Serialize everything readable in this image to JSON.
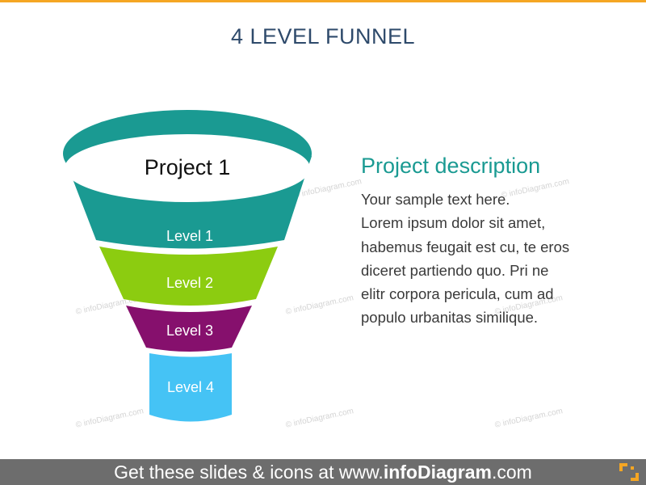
{
  "title": "4 LEVEL FUNNEL",
  "funnel": {
    "top_label": "Project 1",
    "levels": [
      "Level 1",
      "Level 2",
      "Level 3",
      "Level 4"
    ],
    "colors": {
      "rim": "#1a9a92",
      "level1": "#1a9a92",
      "level2": "#8ccc10",
      "level3": "#86106d",
      "level4": "#45c3f5"
    }
  },
  "description": {
    "heading": "Project description",
    "lines": [
      "Your sample text here.",
      "Lorem ipsum dolor sit amet,",
      "habemus feugait est cu, te eros",
      "diceret partiendo quo. Pri ne",
      "elitr corpora pericula, cum ad",
      "populo urbanitas similique."
    ]
  },
  "watermark": "© infoDiagram.com",
  "footer": {
    "prefix": "Get these slides & icons at www.",
    "brand": "infoDiagram",
    "suffix": ".com"
  }
}
